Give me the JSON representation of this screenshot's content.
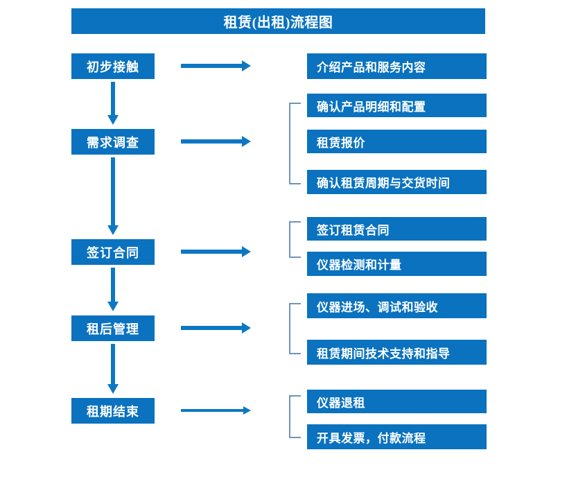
{
  "diagram": {
    "title": "租赁(出租)流程图",
    "colors": {
      "box_blue": "#0a72bf",
      "arrow_blue": "#0d77c4",
      "bracket_blue": "#6f93b8",
      "text_white": "#ffffff",
      "background": "#ffffff"
    },
    "stages": [
      {
        "id": "stage-1",
        "label": "初步接触"
      },
      {
        "id": "stage-2",
        "label": "需求调查"
      },
      {
        "id": "stage-3",
        "label": "签订合同"
      },
      {
        "id": "stage-4",
        "label": "租后管理"
      },
      {
        "id": "stage-5",
        "label": "租期结束"
      }
    ],
    "details": [
      {
        "id": "detail-1-1",
        "label": "介绍产品和服务内容",
        "stage": "stage-1"
      },
      {
        "id": "detail-2-1",
        "label": "确认产品明细和配置",
        "stage": "stage-2"
      },
      {
        "id": "detail-2-2",
        "label": "租赁报价",
        "stage": "stage-2"
      },
      {
        "id": "detail-2-3",
        "label": "确认租赁周期与交货时间",
        "stage": "stage-2"
      },
      {
        "id": "detail-3-1",
        "label": "签订租赁合同",
        "stage": "stage-3"
      },
      {
        "id": "detail-3-2",
        "label": "仪器检测和计量",
        "stage": "stage-3"
      },
      {
        "id": "detail-4-1",
        "label": "仪器进场、调试和验收",
        "stage": "stage-4"
      },
      {
        "id": "detail-4-2",
        "label": "租赁期间技术支持和指导",
        "stage": "stage-4"
      },
      {
        "id": "detail-5-1",
        "label": "仪器退租",
        "stage": "stage-5"
      },
      {
        "id": "detail-5-2",
        "label": "开具发票，付款流程",
        "stage": "stage-5"
      }
    ],
    "connectors": {
      "horizontal_arrow_count": 5,
      "vertical_arrow_count": 4,
      "bracket_count": 4
    }
  }
}
